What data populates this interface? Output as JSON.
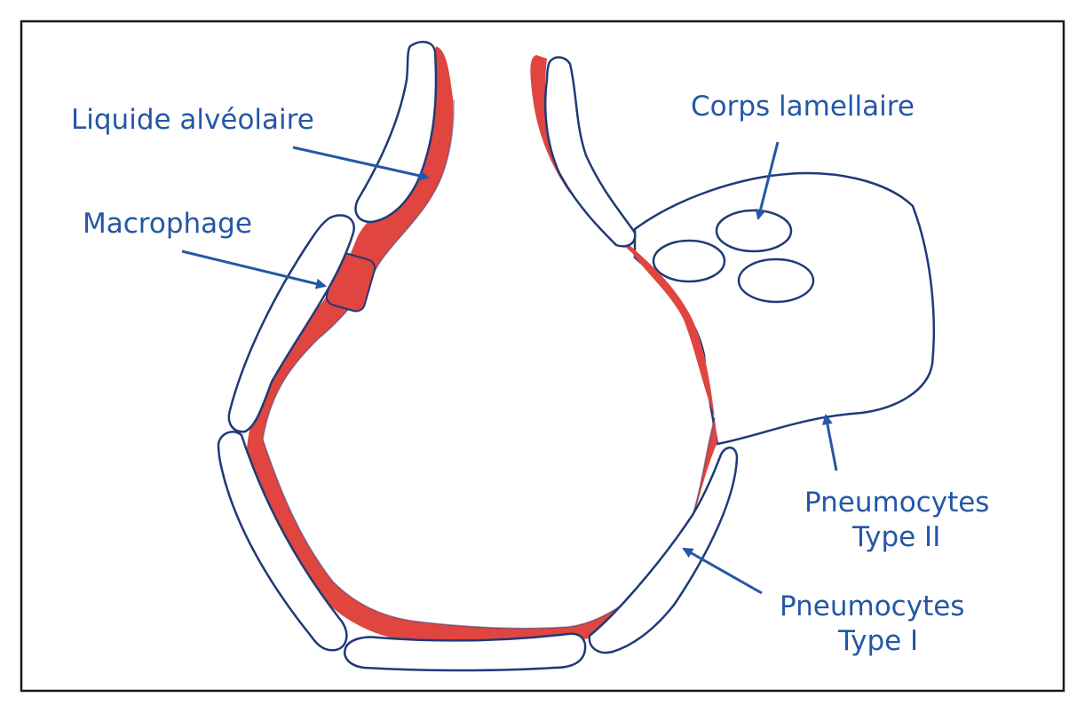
{
  "labels": {
    "liquide": "Liquide alvéolaire",
    "macrophage": "Macrophage",
    "corps": "Corps lamellaire",
    "type2_line1": "Pneumocytes",
    "type2_line2": "Type II",
    "type1_line1": "Pneumocytes",
    "type1_line2": "Type I"
  },
  "colors": {
    "outline": "#1f3a78",
    "liquid": "#e0453f",
    "label_text": "#2457a6",
    "frame": "#1a1a1a"
  }
}
